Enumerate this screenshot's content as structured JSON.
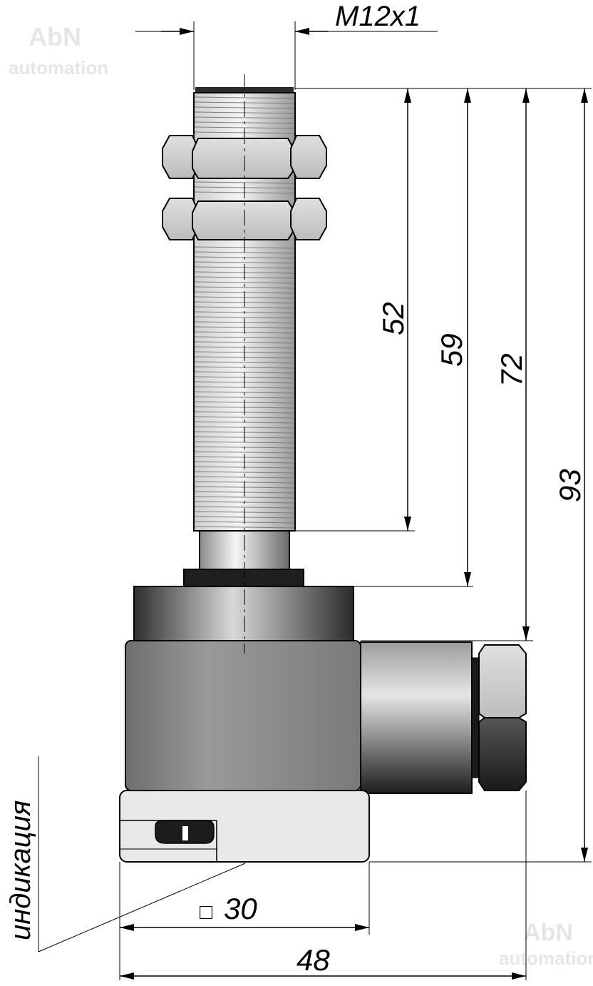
{
  "watermark": {
    "brand": "AbN",
    "sub": "automation"
  },
  "dimensions": {
    "thread": "M12x1",
    "length_52": "52",
    "length_59": "59",
    "length_72": "72",
    "length_93": "93",
    "square": "30",
    "width": "48"
  },
  "labels": {
    "square_symbol": "□",
    "indication": "индикация"
  },
  "colors": {
    "line": "#000000",
    "metal_light": "#f2f2f2",
    "metal_mid": "#b8b8b8",
    "metal_dark": "#2a2a2a",
    "body_grey": "#8e8e8e",
    "base_light": "#e8e8e8"
  }
}
